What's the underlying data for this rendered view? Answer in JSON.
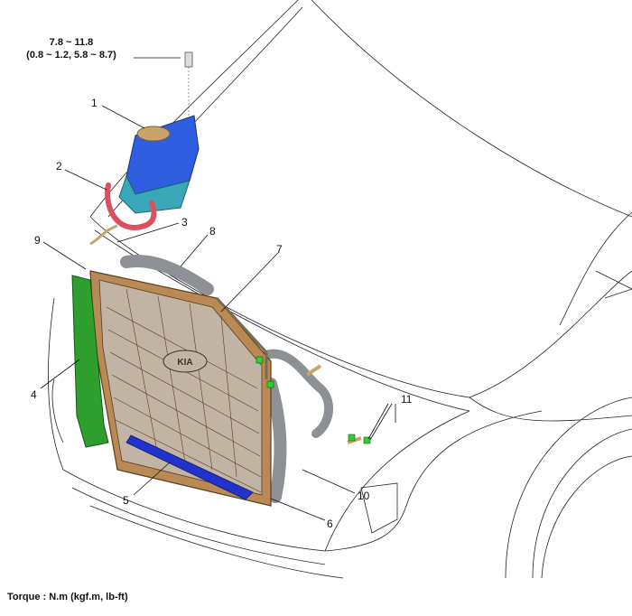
{
  "torque_spec": {
    "line1": "7.8 ~ 11.8",
    "line2": "(0.8 ~ 1.2, 5.8 ~ 8.7)"
  },
  "callouts": [
    "1",
    "2",
    "3",
    "4",
    "5",
    "6",
    "7",
    "8",
    "9",
    "10",
    "11"
  ],
  "caption": "Torque : N.m (kgf.m, lb-ft)",
  "brand_badge": "KIA",
  "colors": {
    "reservoir": "#2f5fe0",
    "reservoir_tank": "#3aa7b8",
    "cap": "#c9a46a",
    "radiator_frame": "#b98a55",
    "radiator_core": "#c2b4a4",
    "hose_red": "#d9505e",
    "hose_gray": "#8d9094",
    "bracket_green": "#2e9e2e",
    "seal_blue": "#2233cc",
    "line_art": "#222222"
  }
}
